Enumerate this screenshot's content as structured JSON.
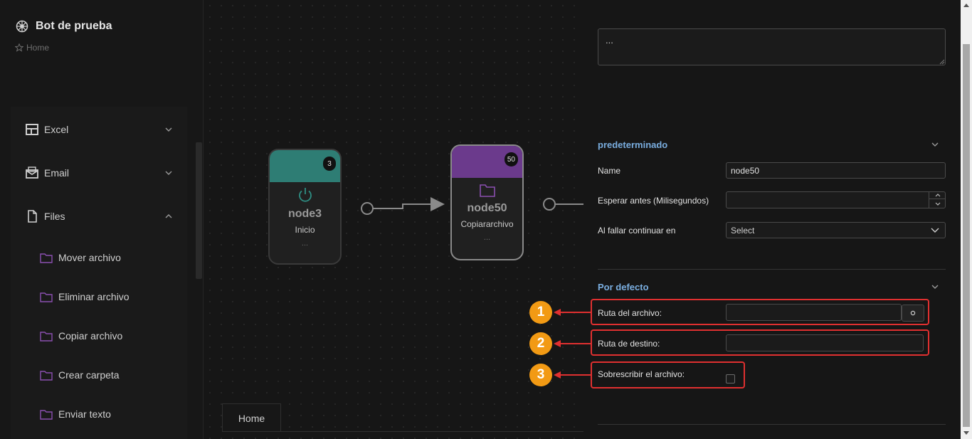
{
  "app": {
    "title": "Bot de prueba",
    "breadcrumb": "Home"
  },
  "sidebar": {
    "groups": [
      {
        "label": "Excel",
        "icon": "table-icon",
        "expanded": false
      },
      {
        "label": "Email",
        "icon": "mail-icon",
        "expanded": false
      },
      {
        "label": "Files",
        "icon": "file-icon",
        "expanded": true
      }
    ],
    "files_items": [
      {
        "label": "Mover archivo",
        "icon": "folder-icon"
      },
      {
        "label": "Eliminar archivo",
        "icon": "folder-icon"
      },
      {
        "label": "Copiar archivo",
        "icon": "folder-icon"
      },
      {
        "label": "Crear carpeta",
        "icon": "folder-icon"
      },
      {
        "label": "Enviar texto",
        "icon": "folder-icon"
      }
    ]
  },
  "canvas": {
    "nodes": [
      {
        "badge": "3",
        "title": "node3",
        "subtitle": "Inicio",
        "dots": "...",
        "color": "#2e7d74",
        "icon": "power-icon"
      },
      {
        "badge": "50",
        "title": "node50",
        "subtitle": "Copiararchivo",
        "dots": "...",
        "color": "#6b3a8c",
        "icon": "folder-icon"
      }
    ],
    "tab": "Home"
  },
  "panel": {
    "textarea_value": "...",
    "section1": {
      "title": "predeterminado",
      "name_label": "Name",
      "name_value": "node50",
      "wait_label": "Esperar antes (Milisegundos)",
      "wait_value": "",
      "fail_label": "Al fallar continuar en",
      "fail_value": "Select"
    },
    "section2": {
      "title": "Por defecto",
      "source_label": "Ruta del archivo:",
      "source_value": "",
      "dest_label": "Ruta de destino:",
      "dest_value": "",
      "overwrite_label": "Sobrescribir el archivo:",
      "overwrite_checked": false
    }
  },
  "annotations": [
    "1",
    "2",
    "3"
  ],
  "colors": {
    "accent": "#7aaee0",
    "annotation_red": "#e03030",
    "annotation_orange": "#f29a14",
    "folder_purple": "#8a4fb0"
  }
}
